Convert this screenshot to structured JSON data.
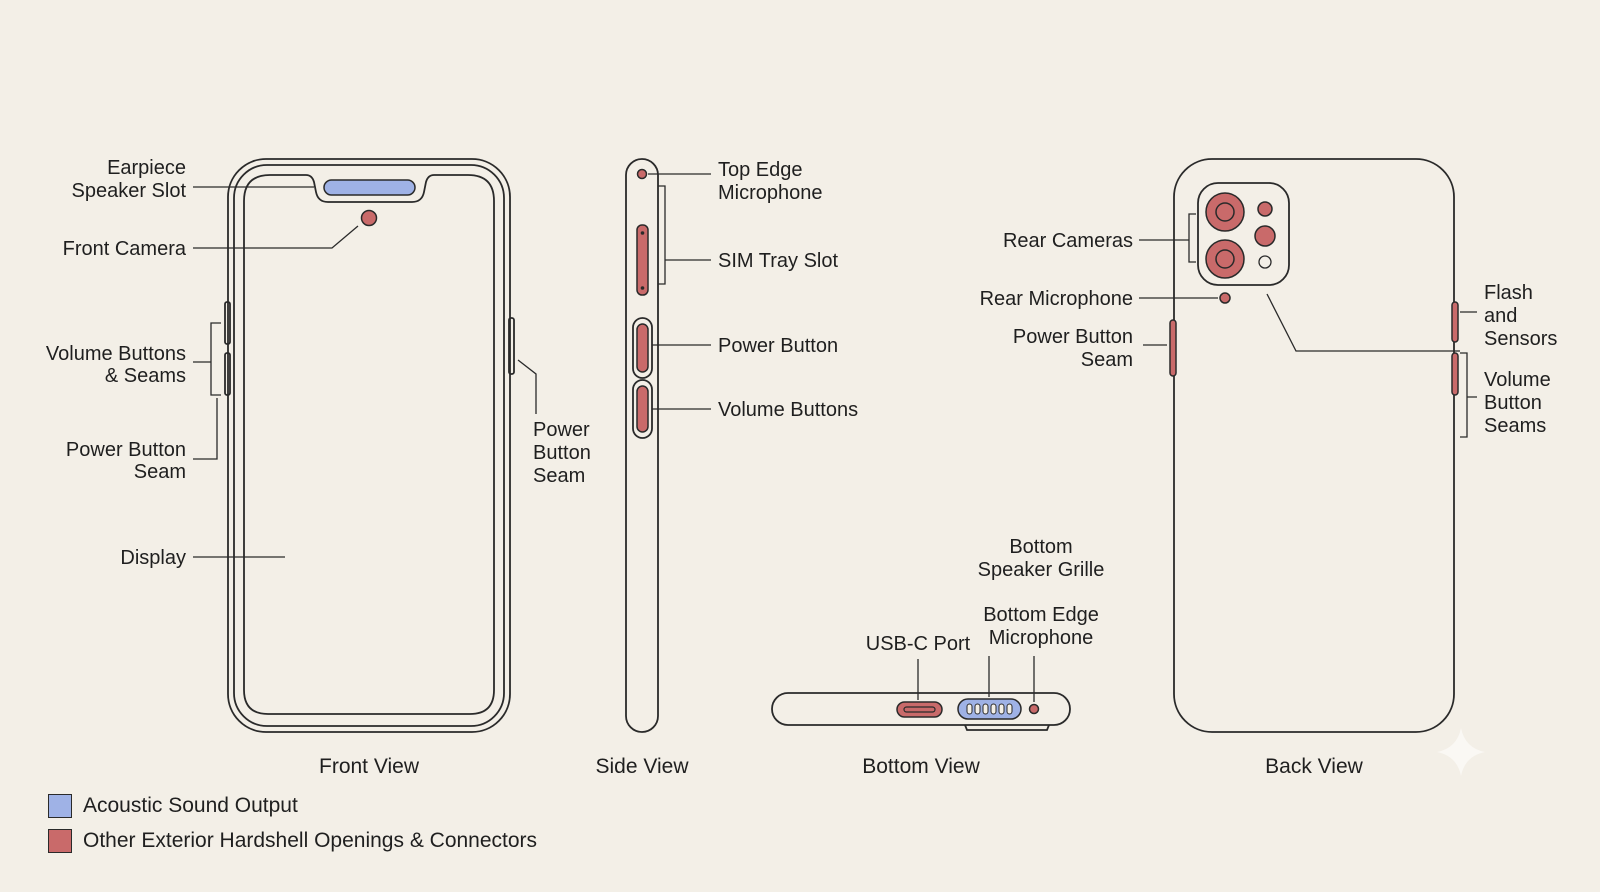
{
  "colors": {
    "acoustic": "#9fb2e6",
    "opening": "#c96a6a",
    "background": "#f3efe7",
    "line": "#2a2a2a"
  },
  "views": {
    "front": {
      "title": "Front View",
      "labels": {
        "earpiece_1": "Earpiece",
        "earpiece_2": "Speaker Slot",
        "front_camera": "Front Camera",
        "volume_1": "Volume Buttons",
        "volume_2": "& Seams",
        "power_left_1": "Power Button",
        "power_left_2": "Seam",
        "display": "Display",
        "power_right_1": "Power",
        "power_right_2": "Button",
        "power_right_3": "Seam"
      }
    },
    "side": {
      "title": "Side View",
      "labels": {
        "top_mic_1": "Top Edge",
        "top_mic_2": "Microphone",
        "sim": "SIM Tray Slot",
        "power": "Power Button",
        "volume": "Volume Buttons"
      }
    },
    "bottom": {
      "title": "Bottom View",
      "labels": {
        "speaker_1": "Bottom",
        "speaker_2": "Speaker Grille",
        "usb": "USB-C Port",
        "mic_1": "Bottom Edge",
        "mic_2": "Microphone"
      }
    },
    "back": {
      "title": "Back View",
      "labels": {
        "cameras": "Rear Cameras",
        "mic": "Rear Microphone",
        "power_1": "Power Button",
        "power_2": "Seam",
        "flash_1": "Flash",
        "flash_2": "and",
        "flash_3": "Sensors",
        "volume_1": "Volume",
        "volume_2": "Button",
        "volume_3": "Seams"
      }
    }
  },
  "legend": [
    {
      "label": "Acoustic Sound Output",
      "color": "#9fb2e6"
    },
    {
      "label": "Other Exterior Hardshell Openings & Connectors",
      "color": "#c96a6a"
    }
  ]
}
